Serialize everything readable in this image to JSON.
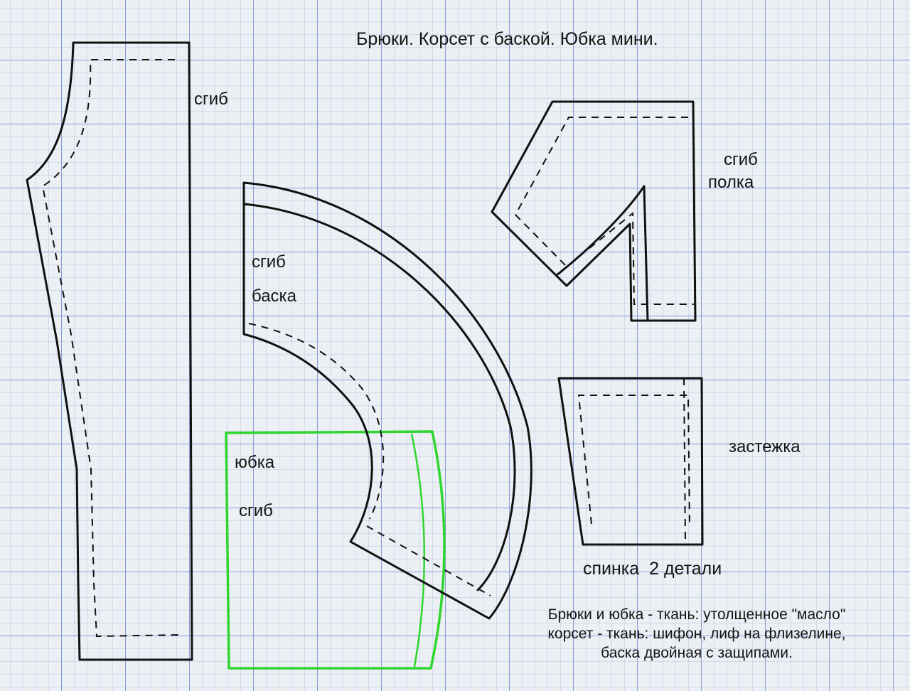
{
  "title": "Брюки. Корсет с баской. Юбка мини.",
  "pieces": {
    "trousers": {
      "fold_label": "сгиб"
    },
    "basque": {
      "fold_label": "сгиб",
      "name_label": "баска"
    },
    "front": {
      "fold_label": "сгиб",
      "name_label": "полка"
    },
    "skirt": {
      "name_label": "юбка",
      "fold_label": "сгиб",
      "outline_color": "#2fd62f"
    },
    "back": {
      "closure_label": "застежка",
      "name_label": "спинка  2 детали"
    }
  },
  "notes": [
    "Брюки и юбка - ткань: утолщенное \"масло\"",
    "корсет - ткань: шифон, лиф на флизелине,",
    "баска двойная с защипами."
  ]
}
